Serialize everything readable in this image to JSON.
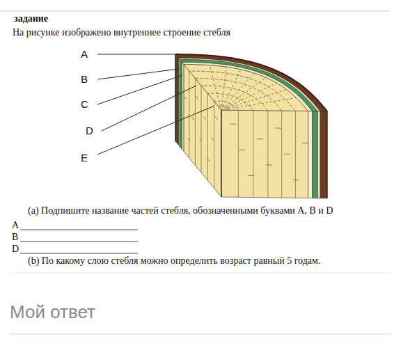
{
  "diagram": {
    "title": "задание",
    "labels": [
      "На рисунке изображено внутреннее строение стебля",
      "A",
      "B",
      "C",
      "D",
      "E",
      "(a) Подпишите название частей стебля, обозначенными буквами A, B и D",
      "A",
      "B",
      "D",
      "(b) По какому слою стебля можно определить возраст равный 5 годам.",
      "Мой ответ"
    ]
  }
}
